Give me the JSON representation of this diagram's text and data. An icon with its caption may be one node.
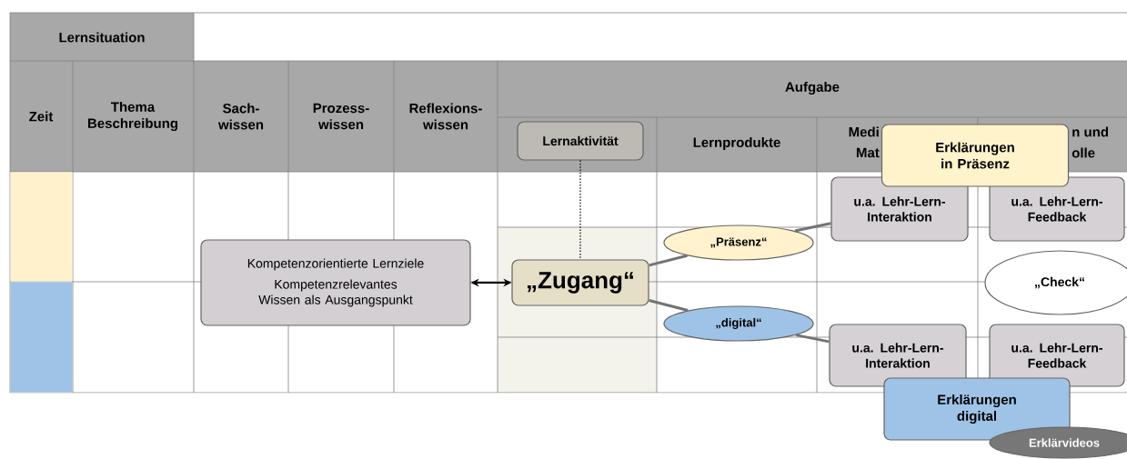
{
  "diagram": {
    "nodes": [
      {
        "text": [
          "Lernaktivität"
        ]
      },
      {
        "text": [
          "Kompetenzorientierte Lernziele",
          "Kompetenzrelevantes Wissen als Ausgangspunkt"
        ]
      },
      {
        "text": [
          "„Zugang“"
        ]
      },
      {
        "text": [
          "„Präsenz“"
        ]
      },
      {
        "text": [
          "„digital“"
        ]
      },
      {
        "text": [
          "u.a. Lehr-Lern- Interaktion"
        ]
      },
      {
        "text": [
          "u.a. Lehr-Lern- Feedback"
        ]
      },
      {
        "text": [
          "Erklärungen in Präsenz"
        ]
      },
      {
        "text": [
          "„Check“"
        ]
      },
      {
        "text": [
          "u.a. Lehr-Lern- Interaktion"
        ]
      },
      {
        "text": [
          "u.a. Lehr-Lern- Feedback"
        ]
      },
      {
        "text": [
          "Erklärungen digital"
        ]
      },
      {
        "text": [
          "Erklärvideos"
        ]
      }
    ],
    "edges": [
      {
        "from": 0,
        "to": 2,
        "arrow": "none",
        "style": "dashed",
        "color": "#000000"
      },
      {
        "from": 1,
        "to": 2,
        "arrow": "both",
        "color": "#000000"
      },
      {
        "from": 2,
        "to": 3,
        "arrow": "none"
      },
      {
        "from": 3,
        "to": 5,
        "arrow": "none"
      },
      {
        "from": 2,
        "to": 4,
        "arrow": "none"
      },
      {
        "from": 4,
        "to": 9,
        "arrow": "none"
      }
    ],
    "labels": [
      "Lernsituation",
      "Zeit",
      "Thema Beschreibung",
      "Sach- wissen",
      "Prozess- wissen",
      "Reflexions- wissen",
      "Aufgabe",
      "Lernprodukte",
      "Medi",
      "Mat",
      "n und",
      "olle"
    ]
  }
}
